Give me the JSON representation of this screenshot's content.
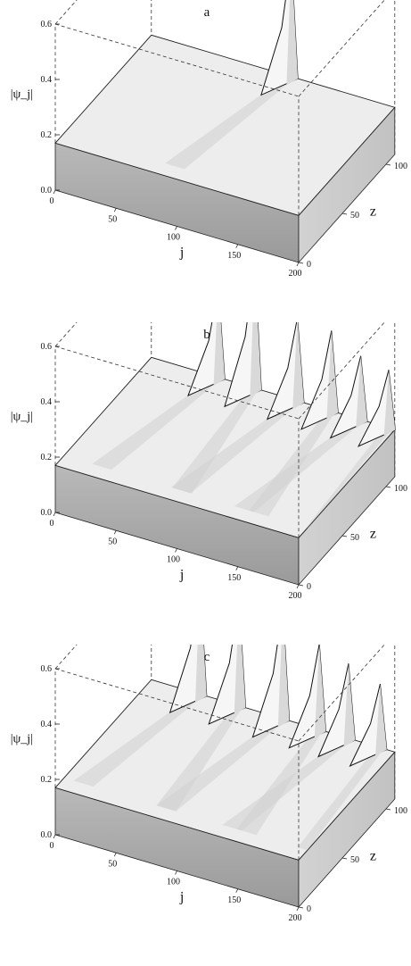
{
  "chart_data": [
    {
      "type": "surface3d",
      "title": "a",
      "xlabel": "j",
      "ylabel": "z",
      "zlabel": "|ψ_j|",
      "x_ticks": [
        "0",
        "50",
        "100",
        "150",
        "200"
      ],
      "y_ticks": [
        "0",
        "50",
        "100"
      ],
      "z_ticks": [
        "0.0",
        "0.2",
        "0.4",
        "0.6"
      ],
      "xlim": [
        0,
        200
      ],
      "ylim": [
        0,
        110
      ],
      "zlim": [
        0,
        0.6
      ],
      "base_level": 0.17,
      "peaks": [
        {
          "j": 115,
          "z": 110,
          "height": 0.6
        }
      ]
    },
    {
      "type": "surface3d",
      "title": "b",
      "xlabel": "j",
      "ylabel": "z",
      "zlabel": "|ψ_j|",
      "x_ticks": [
        "0",
        "50",
        "100",
        "150",
        "200"
      ],
      "y_ticks": [
        "0",
        "50",
        "100"
      ],
      "z_ticks": [
        "0.0",
        "0.2",
        "0.4",
        "0.6"
      ],
      "xlim": [
        0,
        200
      ],
      "ylim": [
        0,
        110
      ],
      "zlim": [
        0,
        0.6
      ],
      "base_level": 0.17,
      "peaks": [
        {
          "j": 55,
          "z": 110,
          "height": 0.5
        },
        {
          "j": 85,
          "z": 110,
          "height": 0.62
        },
        {
          "j": 120,
          "z": 110,
          "height": 0.47
        },
        {
          "j": 148,
          "z": 110,
          "height": 0.46
        },
        {
          "j": 172,
          "z": 110,
          "height": 0.4
        },
        {
          "j": 195,
          "z": 110,
          "height": 0.38
        }
      ]
    },
    {
      "type": "surface3d",
      "title": "c",
      "xlabel": "j",
      "ylabel": "z",
      "zlabel": "|ψ_j|",
      "x_ticks": [
        "0",
        "50",
        "100",
        "150",
        "200"
      ],
      "y_ticks": [
        "0",
        "50",
        "100"
      ],
      "z_ticks": [
        "0.0",
        "0.2",
        "0.4",
        "0.6"
      ],
      "xlim": [
        0,
        200
      ],
      "ylim": [
        0,
        110
      ],
      "zlim": [
        0,
        0.6
      ],
      "base_level": 0.17,
      "peaks": [
        {
          "j": 40,
          "z": 110,
          "height": 0.58
        },
        {
          "j": 72,
          "z": 110,
          "height": 0.55
        },
        {
          "j": 108,
          "z": 110,
          "height": 0.57
        },
        {
          "j": 138,
          "z": 110,
          "height": 0.48
        },
        {
          "j": 162,
          "z": 110,
          "height": 0.44
        },
        {
          "j": 188,
          "z": 110,
          "height": 0.4
        }
      ]
    }
  ]
}
